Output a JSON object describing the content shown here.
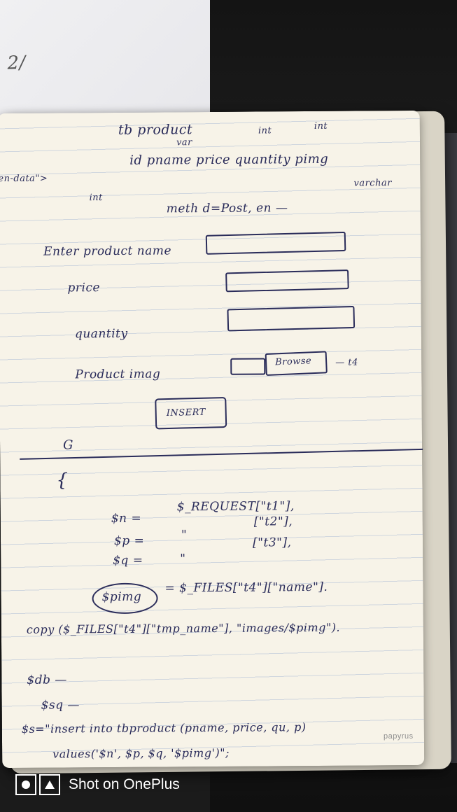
{
  "notebook": {
    "brand": "papyrus",
    "lines": {
      "table_title": "tb product",
      "type_int_1": "int",
      "type_int_2": "int",
      "type_var": "var",
      "columns": "id   pname  price  quantity  pimg",
      "form_tag": "en-data\">",
      "type_int_3": "int",
      "varchar": "varchar",
      "method": "meth d=Post,  en —",
      "label_name": "Enter product name",
      "label_price": "price",
      "label_quantity": "quantity",
      "label_image": "Product  imag",
      "browse_label": "Browse",
      "browse_note": "— t4",
      "insert_label": "INSERT",
      "code_open": "{",
      "var_n": "$n =",
      "request_n": "$_REQUEST[\"t1\"],",
      "var_p": "$p =",
      "ditto_1": "\"",
      "request_p": "[\"t2\"],",
      "var_q": "$q =",
      "ditto_2": "\"",
      "request_q": "[\"t3\"],",
      "var_pimg": "$pimg",
      "files_line": "= $_FILES[\"t4\"][\"name\"].",
      "copy_line": "copy ($_FILES[\"t4\"][\"tmp_name\"], \"images/$pimg\").",
      "sdb": "$db —",
      "sql": "$sq —",
      "insert_query": "$s=\"insert into  tbproduct (pname, price, qu, p)",
      "values_line": "values('$n', $p, $q, '$pimg')\";"
    }
  },
  "watermark": {
    "text": "Shot on OnePlus"
  }
}
